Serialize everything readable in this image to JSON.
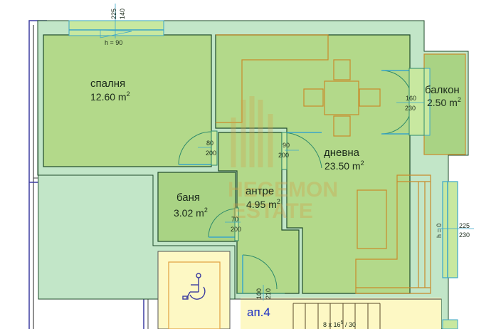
{
  "colors": {
    "room_fill": "#b3d98a",
    "wall_fill": "#c2e6c8",
    "wall_line": "#1f4a2a",
    "furniture": "#c98a2a",
    "window": "#3aa6c8",
    "outer_line": "#3c3ca0",
    "common_area": "#fdf8c4",
    "apt_label": "#1c2fc4",
    "watermark": "#d2a24a"
  },
  "rooms": {
    "bedroom": {
      "name": "спалня",
      "area": "12.60 m",
      "sup": "2"
    },
    "living": {
      "name": "дневна",
      "area": "23.50 m",
      "sup": "2"
    },
    "balcony": {
      "name": "балкон",
      "area": "2.50 m",
      "sup": "2"
    },
    "bathroom": {
      "name": "баня",
      "area": "3.02 m",
      "sup": "2"
    },
    "hall": {
      "name": "антре",
      "area": "4.95 m",
      "sup": "2"
    }
  },
  "dimensions": {
    "top_window": {
      "a": "225",
      "b": "140",
      "h": "h = 90"
    },
    "bedroom_door": {
      "w": "80",
      "h": "200"
    },
    "living_door": {
      "w": "90",
      "h": "200"
    },
    "balcony_door": {
      "w": "160",
      "h": "230"
    },
    "bath_door": {
      "w": "70",
      "h": "200"
    },
    "entry_door": {
      "w": "100",
      "h": "210"
    },
    "right_window": {
      "a": "225",
      "b": "230",
      "h": "h = 0"
    },
    "stairs": {
      "label": "8 x 16",
      "sup": "5",
      "tail": " / 30"
    }
  },
  "apartment_label": "ап.4",
  "watermark": {
    "line1": "HEGEMON",
    "line2": "ESTATE"
  },
  "icons": {
    "accessibility": "wheelchair-icon"
  }
}
